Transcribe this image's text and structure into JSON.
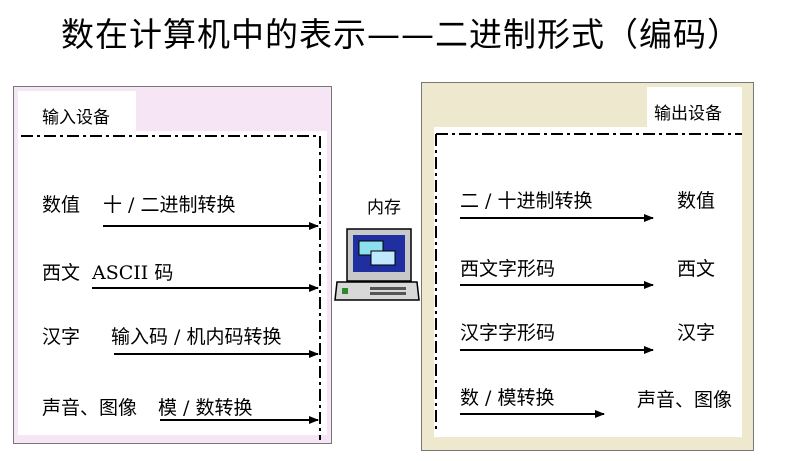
{
  "title": "数在计算机中的表示——二进制形式（编码）",
  "input": {
    "header": "输入设备",
    "rows": [
      {
        "left": "数值",
        "conv": "十 / 二进制转换"
      },
      {
        "left": "西文",
        "conv": "ASCII 码"
      },
      {
        "left": "汉字",
        "conv": "输入码 / 机内码转换"
      },
      {
        "left": "声音、图像",
        "conv": "模 / 数转换"
      }
    ]
  },
  "memory": {
    "label": "内存",
    "icon": "computer-icon"
  },
  "output": {
    "header": "输出设备",
    "rows": [
      {
        "conv": "二 / 十进制转换",
        "right": "数值"
      },
      {
        "conv": "西文字形码",
        "right": "西文"
      },
      {
        "conv": "汉字字形码",
        "right": "汉字"
      },
      {
        "conv": "数 / 模转换",
        "right": "声音、图像"
      }
    ]
  },
  "colors": {
    "input_panel": "#f5e5f5",
    "output_panel": "#eee8cf"
  }
}
